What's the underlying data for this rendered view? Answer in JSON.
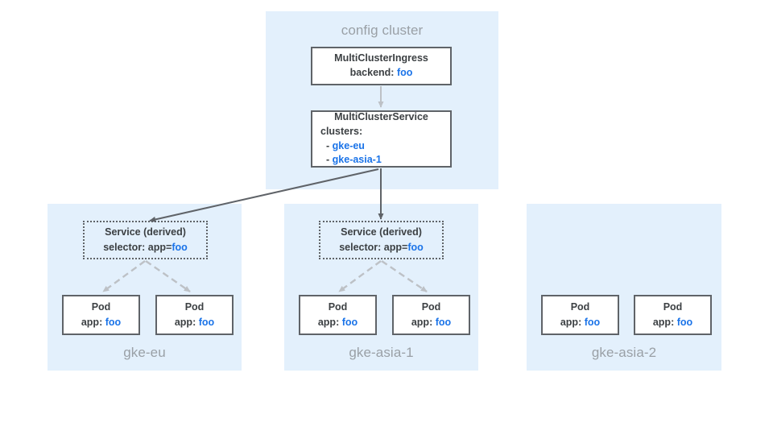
{
  "diagram": {
    "title_config": "config cluster",
    "blue_accent": "#1a73e8",
    "panel_bg": "#e3f0fc",
    "box_border": "#5f6368",
    "label_gray": "#9aa0a6"
  },
  "config_cluster": {
    "label": "config cluster",
    "mci": {
      "kind": "MultiClusterIngress",
      "field_label": "backend:",
      "field_value": "foo"
    },
    "mcs": {
      "kind": "MultiClusterService",
      "field_label": "clusters:",
      "cluster_items": [
        {
          "dash": "-",
          "name": "gke-eu"
        },
        {
          "dash": "-",
          "name": "gke-asia-1"
        }
      ]
    }
  },
  "clusters": [
    {
      "name": "gke-eu",
      "has_service": true,
      "service": {
        "title": "Service (derived)",
        "selector_label": "selector: app=",
        "selector_value": "foo"
      },
      "pods": [
        {
          "title": "Pod",
          "label": "app:",
          "value": "foo"
        },
        {
          "title": "Pod",
          "label": "app:",
          "value": "foo"
        }
      ]
    },
    {
      "name": "gke-asia-1",
      "has_service": true,
      "service": {
        "title": "Service (derived)",
        "selector_label": "selector: app=",
        "selector_value": "foo"
      },
      "pods": [
        {
          "title": "Pod",
          "label": "app:",
          "value": "foo"
        },
        {
          "title": "Pod",
          "label": "app:",
          "value": "foo"
        }
      ]
    },
    {
      "name": "gke-asia-2",
      "has_service": false,
      "pods": [
        {
          "title": "Pod",
          "label": "app:",
          "value": "foo"
        },
        {
          "title": "Pod",
          "label": "app:",
          "value": "foo"
        }
      ]
    }
  ]
}
